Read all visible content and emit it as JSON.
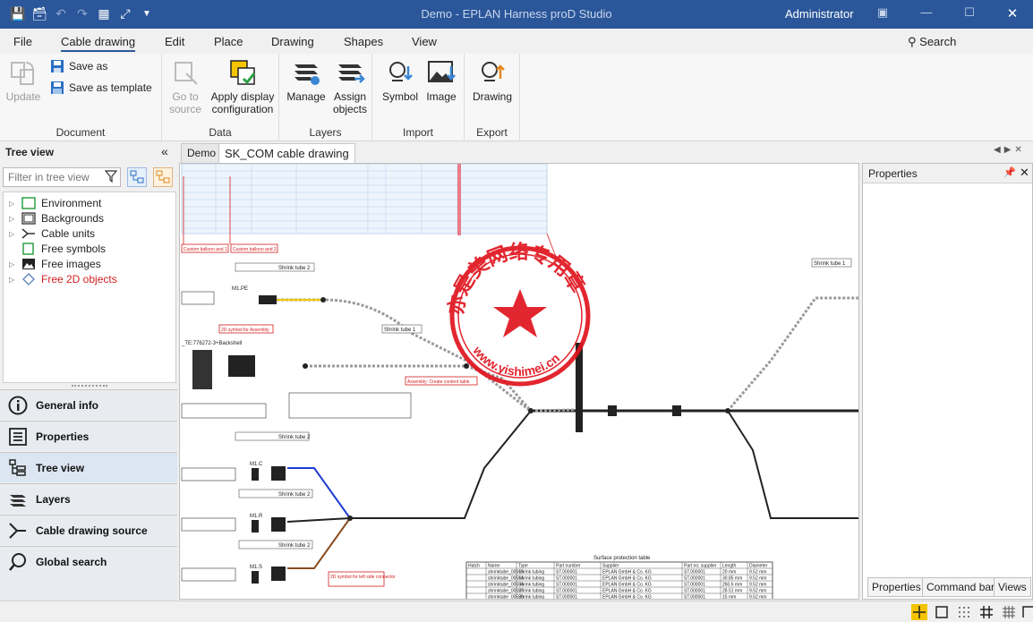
{
  "window": {
    "title": "Demo - EPLAN Harness proD Studio",
    "user": "Administrator"
  },
  "menu_tabs": [
    "File",
    "Cable drawing",
    "Edit",
    "Place",
    "Drawing",
    "Shapes",
    "View"
  ],
  "active_tab": "Cable drawing",
  "search_label": "Search",
  "ribbon": {
    "document": {
      "label": "Document",
      "update": "Update",
      "save_as": "Save as",
      "save_as_template": "Save as template"
    },
    "data": {
      "label": "Data",
      "go_to_source_1": "Go to",
      "go_to_source_2": "source",
      "apply_display_1": "Apply display",
      "apply_display_2": "configuration"
    },
    "layers": {
      "label": "Layers",
      "manage": "Manage",
      "assign_1": "Assign",
      "assign_2": "objects"
    },
    "import": {
      "label": "Import",
      "symbol": "Symbol",
      "image": "Image"
    },
    "export": {
      "label": "Export",
      "drawing": "Drawing"
    }
  },
  "tree_view": {
    "title": "Tree view",
    "filter_placeholder": "Filter in tree view",
    "items": [
      {
        "label": "Environment",
        "expandable": true
      },
      {
        "label": "Backgrounds",
        "expandable": true
      },
      {
        "label": "Cable units",
        "expandable": true
      },
      {
        "label": "Free symbols",
        "expandable": false
      },
      {
        "label": "Free images",
        "expandable": true
      },
      {
        "label": "Free 2D objects",
        "expandable": true,
        "highlight": "#d21f1f"
      }
    ]
  },
  "nav_items": [
    "General info",
    "Properties",
    "Tree view",
    "Layers",
    "Cable drawing source",
    "Global search"
  ],
  "active_nav": "Tree view",
  "document_tabs": [
    "Demo",
    "SK_COM cable drawing"
  ],
  "active_document": "SK_COM cable drawing",
  "drawing": {
    "labels": {
      "shrink_tube_2": "Shrink tube 2",
      "shrink_tube_1": "Shrink tube 1",
      "connector_m1pe": "M1.PE",
      "connector_m1c": "M1.C",
      "connector_m1r": "M1.R",
      "connector_m1s": "M1.S",
      "backshell": "_TE:776272-3+Backshell",
      "surface_table_title": "Surface protection table",
      "red_note_1": "2D symbol for Assembly",
      "red_note_2": "Assembly: Create content table",
      "red_note_3": "2D symbol for left side connector",
      "red_note_4": "Custom balloon and 1",
      "red_note_5": "Custom balloon and 2"
    },
    "surface_table": {
      "headers": [
        "Hatch",
        "Name",
        "Type",
        "Part number",
        "Supplier",
        "Part no. supplier",
        "Length",
        "Diameter"
      ],
      "rows": [
        [
          "",
          "shrinktube_00519",
          "Shrink tubing",
          "ST.000001",
          "EPLAN GmbH & Co. KG",
          "ST.000001",
          "20 mm",
          "9.52 mm"
        ],
        [
          "",
          "shrinktube_00514",
          "Shrink tubing",
          "ST.000001",
          "EPLAN GmbH & Co. KG",
          "ST.000001",
          "30.85 mm",
          "9.52 mm"
        ],
        [
          "",
          "shrinktube_00534",
          "Shrink tubing",
          "ST.000001",
          "EPLAN GmbH & Co. KG",
          "ST.000001",
          "260.6 mm",
          "9.52 mm"
        ],
        [
          "",
          "shrinktube_00527",
          "Shrink tubing",
          "ST.000001",
          "EPLAN GmbH & Co. KG",
          "ST.000001",
          "28.51 mm",
          "9.52 mm"
        ],
        [
          "",
          "shrinktube_00520",
          "Shrink tubing",
          "ST.000001",
          "EPLAN GmbH & Co. KG",
          "ST.000001",
          "15 mm",
          "9.52 mm"
        ]
      ]
    },
    "stamp_text": "亦是美网络专用章",
    "stamp_url": "www.yishimei.cn",
    "stamp_color": "#e0141e"
  },
  "properties_panel": {
    "title": "Properties",
    "bottom_tabs": [
      "Properties",
      "Command bar",
      "Views"
    ]
  },
  "colors": {
    "title_bar": "#2b579a",
    "accent": "#2b579a",
    "highlight_red": "#d21f1f"
  }
}
